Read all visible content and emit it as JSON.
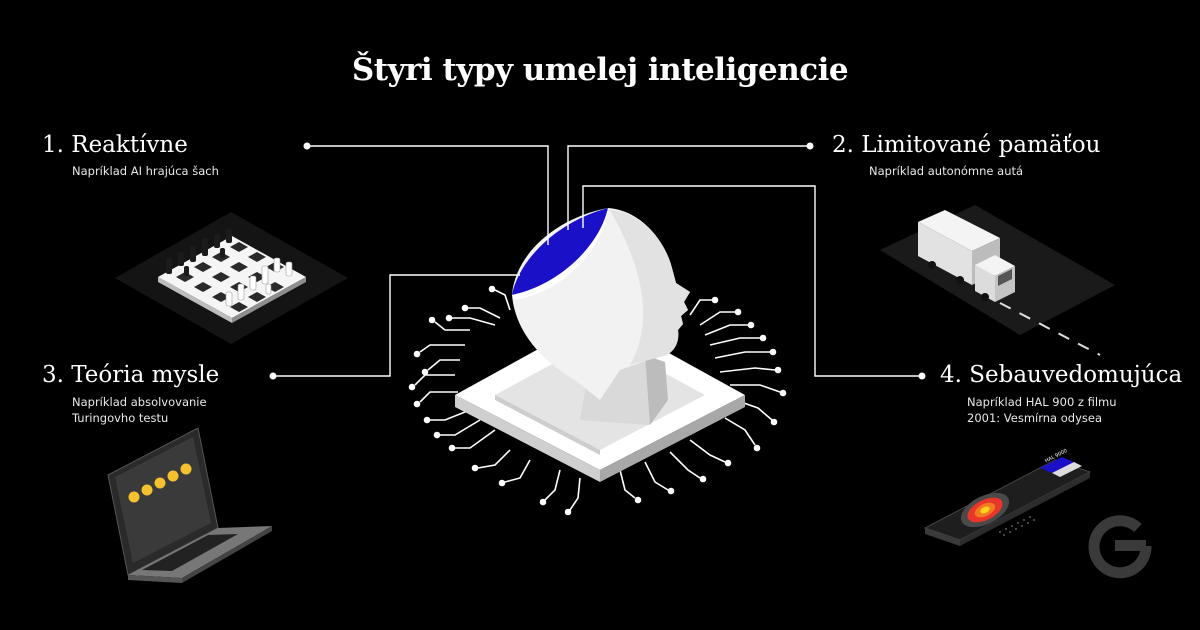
{
  "title": "Štyri typy umelej inteligencie",
  "types": [
    {
      "heading": "1. Reaktívne",
      "example": "Napríklad AI hrajúca šach"
    },
    {
      "heading": "2. Limitované pamäťou",
      "example": "Napríklad autonómne autá"
    },
    {
      "heading": "3. Teória mysle",
      "example_lines": [
        "Napríklad absolvovanie",
        "Turingovho testu"
      ]
    },
    {
      "heading": "4. Sebauvedomujúca",
      "example_lines": [
        "Napríklad HAL 900 z filmu",
        "2001: Vesmírna odysea"
      ]
    }
  ],
  "hal_panel_text": "HAL 9000",
  "colors": {
    "background": "#000000",
    "text": "#ffffff",
    "brain_accent": "#1a10c8",
    "line": "#ffffff",
    "hal_eye": "#e8372a"
  },
  "icons": [
    "chess-board-icon",
    "truck-icon",
    "laptop-emoji-icon",
    "hal9000-icon",
    "ai-head-chip-icon",
    "logo-g-icon"
  ]
}
